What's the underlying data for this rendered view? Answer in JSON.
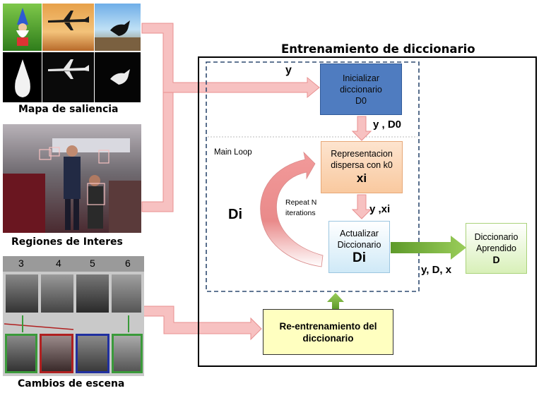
{
  "title": "Entrenamiento de diccionario",
  "captions": {
    "saliency": "Mapa de saliencia",
    "roi": "Regiones de Interes",
    "scene": "Cambios de escena"
  },
  "scene_numbers": [
    "3",
    "4",
    "5",
    "6"
  ],
  "nodes": {
    "init": {
      "line1": "Inicializar",
      "line2": "diccionario",
      "sym": "D0"
    },
    "sparse": {
      "line1": "Representacion",
      "line2": "dispersa con k0",
      "sym": "xi"
    },
    "update": {
      "line1": "Actualizar",
      "line2": "Diccionario",
      "sym": "Di"
    },
    "learned": {
      "line1": "Diccionario",
      "line2": "Aprendido",
      "sym": "D"
    },
    "retrain": {
      "line1": "Re-entrenamiento del",
      "line2": "diccionario"
    }
  },
  "labels": {
    "y_in": "y",
    "y_d0": "y ,  D0",
    "y_xi": "y ,xi",
    "y_d_x": "y,  D,  x",
    "di_loop": "Di",
    "main_loop": "Main Loop",
    "repeat_1": "Repeat N",
    "repeat_2": "iterations"
  },
  "colors": {
    "init_fill": "#4f7cc0",
    "sparse_fill": "#fbd5b5",
    "update_fill": "#dbeef8",
    "learned_fill": "#e6f5cf",
    "retrain_fill": "#ffffc0",
    "pink_arrow": "#f4b6b6",
    "green_arrow": "#77a83a"
  }
}
